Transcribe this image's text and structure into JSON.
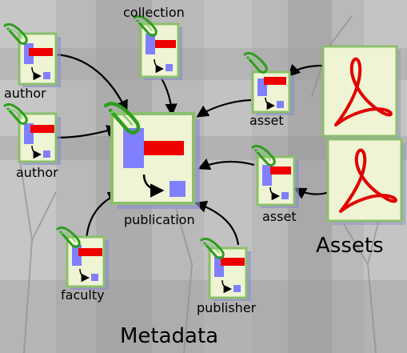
{
  "nodes": {
    "collection": "collection",
    "author_top": "author",
    "author_bottom": "author",
    "publication": "publication",
    "asset_top": "asset",
    "asset_bottom": "asset",
    "faculty": "faculty",
    "publisher": "publisher"
  },
  "groups": {
    "assets": "Assets",
    "metadata": "Metadata"
  },
  "colors": {
    "card_fill": "#eef4d4",
    "card_border": "#8cbf6c",
    "shadow": "#8c8cd0",
    "bar": "#ee0000",
    "block": "#8080ff",
    "clip": "#2e9e1e",
    "pdf_mark": "#e00000",
    "arrow": "#000000"
  }
}
